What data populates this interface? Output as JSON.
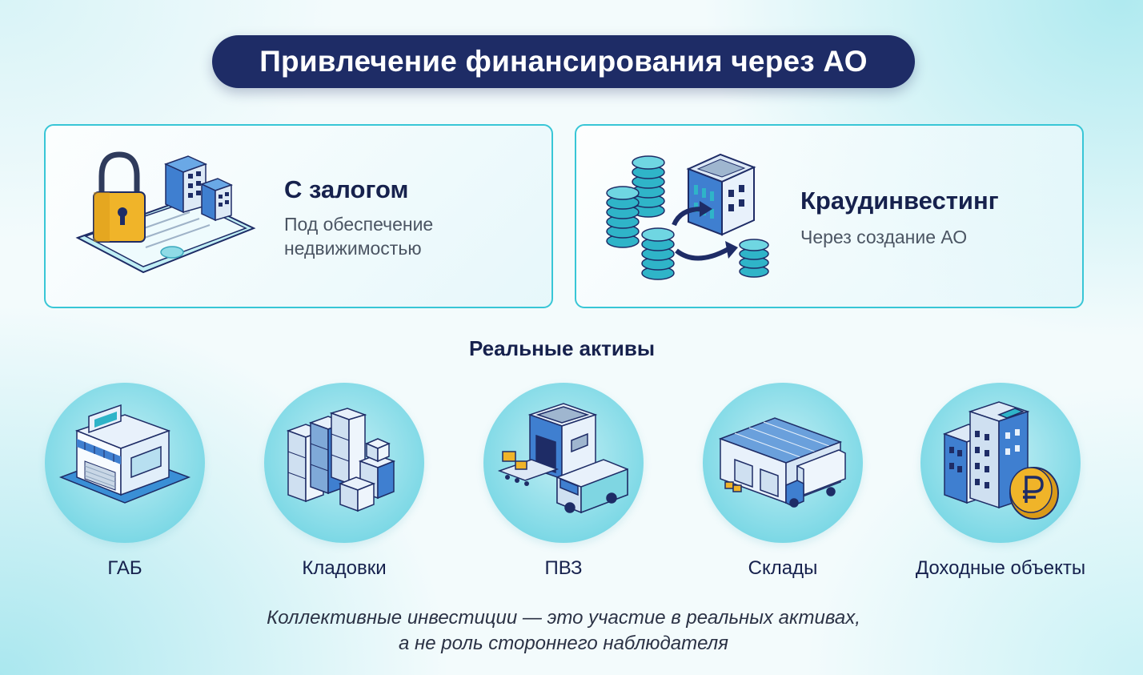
{
  "title": "Привлечение финансирования через АО",
  "cards": [
    {
      "heading": "С залогом",
      "subtitle_lines": [
        "Под обеспечение",
        "недвижимостью"
      ],
      "icon": "padlock-document-building-icon"
    },
    {
      "heading": "Краудинвестинг",
      "subtitle_lines": [
        "Через создание АО"
      ],
      "icon": "coins-building-arrows-icon"
    }
  ],
  "section_title": "Реальные активы",
  "assets": [
    {
      "label": "ГАБ",
      "icon": "storefront-icon"
    },
    {
      "label": "Кладовки",
      "icon": "storage-lockers-icon"
    },
    {
      "label": "ПВЗ",
      "icon": "pickup-point-van-icon"
    },
    {
      "label": "Склады",
      "icon": "warehouse-truck-icon"
    },
    {
      "label": "Доходные объекты",
      "icon": "building-ruble-coin-icon"
    }
  ],
  "quote_lines": [
    "Коллективные инвестиции — это участие в реальных активах,",
    "а не роль стороннего наблюдателя"
  ],
  "colors": {
    "navy": "#1e2c66",
    "accent_teal": "#38c6d6",
    "circle_fill": "#7fd9e6",
    "gold": "#f0b429"
  }
}
